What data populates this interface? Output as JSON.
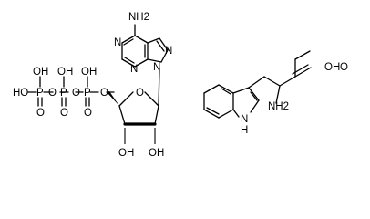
{
  "figure": {
    "background": "#ffffff",
    "ink": "#000000"
  },
  "atp": {
    "labels": {
      "nh2": "NH2",
      "n1": "N",
      "n3": "N",
      "n7": "N",
      "n9": "N",
      "p_a": "P",
      "p_b": "P",
      "p_c": "P",
      "ho_left": "HO",
      "oh_top_1": "OH",
      "oh_top_2": "OH",
      "oh_top_3": "OH",
      "o_bridge_1": "O",
      "o_bridge_2": "O",
      "o_bridge_3": "O",
      "o_bottom_1": "O",
      "o_bottom_2": "O",
      "o_bottom_3": "O",
      "ring_o": "O",
      "oh_3": "OH",
      "oh_2": "OH"
    }
  },
  "tryptophan": {
    "labels": {
      "oh_acid": "OH",
      "o_carbonyl": "O",
      "nh2": "NH2",
      "nh_indole": "N",
      "h_indole": "H"
    }
  }
}
